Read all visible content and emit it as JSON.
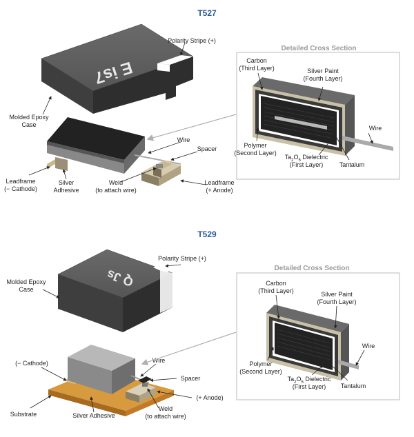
{
  "t527": {
    "title": "T527",
    "marking": "E is7",
    "detail_title": "Detailed Cross Section",
    "labels": {
      "polarity": "Polarity Stripe (+)",
      "molded_1": "Molded Epoxy",
      "molded_2": "Case",
      "wire": "Wire",
      "spacer": "Spacer",
      "leadframe_c_1": "Leadframe",
      "leadframe_c_2": "(− Cathode)",
      "silver_1": "Silver",
      "silver_2": "Adhesive",
      "weld_1": "Weld",
      "weld_2": "(to attach wire)",
      "leadframe_a_1": "Leadframe",
      "leadframe_a_2": "(+ Anode)"
    },
    "detail": {
      "carbon_1": "Carbon",
      "carbon_2": "(Third Layer)",
      "silver_1": "Silver Paint",
      "silver_2": "(Fourth Layer)",
      "wire": "Wire",
      "polymer_1": "Polymer",
      "polymer_2": "(Second Layer)",
      "dielectric_1_pre": "Ta",
      "dielectric_1_sub1": "2",
      "dielectric_1_mid": "O",
      "dielectric_1_sub2": "5",
      "dielectric_1_post": " Dielectric",
      "dielectric_2": "(First Layer)",
      "tantalum": "Tantalum"
    }
  },
  "t529": {
    "title": "T529",
    "marking": "Q Js",
    "detail_title": "Detailed Cross Section",
    "labels": {
      "polarity": "Polarity Stripe (+)",
      "molded_1": "Molded Epoxy",
      "molded_2": "Case",
      "cathode": "(− Cathode)",
      "wire": "Wire",
      "spacer": "Spacer",
      "anode": "(+ Anode)",
      "substrate": "Substrate",
      "silver_adhesive": "Silver Adhesive",
      "weld_1": "Weld",
      "weld_2": "(to attach wire)"
    },
    "detail": {
      "carbon_1": "Carbon",
      "carbon_2": "(Third Layer)",
      "silver_1": "Silver Paint",
      "silver_2": "(Fourth Layer)",
      "wire": "Wire",
      "polymer_1": "Polymer",
      "polymer_2": "(Second Layer)",
      "dielectric_1_pre": "Ta",
      "dielectric_1_sub1": "2",
      "dielectric_1_mid": "O",
      "dielectric_1_sub2": "5",
      "dielectric_1_post": " Dielectric",
      "dielectric_2": "(First Layer)",
      "tantalum": "Tantalum"
    }
  },
  "colors": {
    "title_blue": "#2a5a9a",
    "case_grey": "#4a4a4a",
    "substrate_orange": "#c8862a"
  }
}
